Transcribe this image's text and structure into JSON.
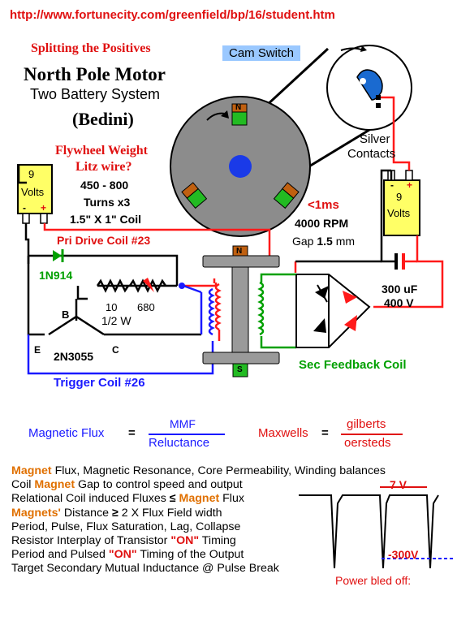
{
  "url": "http://www.fortunecity.com/greenfield/bp/16/student.htm",
  "header": {
    "subtitle_red": "Splitting the Positives",
    "title": "North Pole Motor",
    "subtitle": "Two Battery System",
    "name": "(Bedini)"
  },
  "cam_switch": "Cam Switch",
  "silver_contacts": [
    "Silver",
    "Contacts"
  ],
  "coil_specs": {
    "line1": "Flywheel Weight",
    "line2": "Litz wire?",
    "line3": "450 - 800",
    "line4": "Turns x3",
    "line5": "1.5\" X 1\" Coil"
  },
  "timing": {
    "lt1ms": "<1ms",
    "rpm": "4000 RPM",
    "gap_prefix": "Gap ",
    "gap_value": "1.5",
    "gap_unit": " mm"
  },
  "battery1": {
    "voltage": "9",
    "unit": "Volts",
    "neg": "-",
    "pos": "+"
  },
  "battery2": {
    "voltage": "9",
    "unit": "Volts",
    "neg": "-",
    "pos": "+"
  },
  "magnets": {
    "north": "N",
    "south": "S"
  },
  "components": {
    "pri_drive_coil": "Pri Drive Coil #23",
    "diode": "1N914",
    "r1": "10",
    "r2": "680",
    "power": "1/2 W",
    "transistor": "2N3055",
    "b": "B",
    "e": "E",
    "c": "C",
    "trigger_coil": "Trigger Coil #26",
    "cap_value": "300 uF",
    "cap_voltage": "400 V",
    "sec_coil": "Sec Feedback Coil"
  },
  "formulas": {
    "flux_label": "Magnetic Flux",
    "eq": "=",
    "numerator1": "MMF",
    "denominator1": "Reluctance",
    "maxwells": "Maxwells",
    "numerator2": "gilberts",
    "denominator2": "oersteds"
  },
  "notes": {
    "magnet_word": "Magnet",
    "magnets_word": "Magnets'",
    "on_word": "\"ON\"",
    "l1": " Flux, Magnetic Resonance, Core Permeability, Winding balances",
    "l2a": "Coil ",
    "l2b": " Gap to control speed and output",
    "l3a": "Relational Coil induced Fluxes ",
    "l3sym": "≤",
    "l3b": " Flux",
    "l4a": " Distance ",
    "l4sym": "≥",
    "l4b": " 2  X  Flux Field width",
    "l5": "Period, Pulse, Flux Saturation, Lag, Collapse",
    "l6a": "Resistor Interplay of Transistor ",
    "l6b": " Timing",
    "l7a": "Period and Pulsed ",
    "l7b": " Timing of the Output",
    "l8": "Target Secondary Mutual Inductance @ Pulse Break"
  },
  "waveform": {
    "v_top": "7 V",
    "v_bottom": "-300V",
    "caption": "Power bled off:"
  },
  "colors": {
    "red": "#ff1a1a",
    "blue": "#1a1aff",
    "green": "#00a000",
    "orange": "#e07000",
    "battery": "#ffff66",
    "wheel": "#8c8c8c"
  }
}
